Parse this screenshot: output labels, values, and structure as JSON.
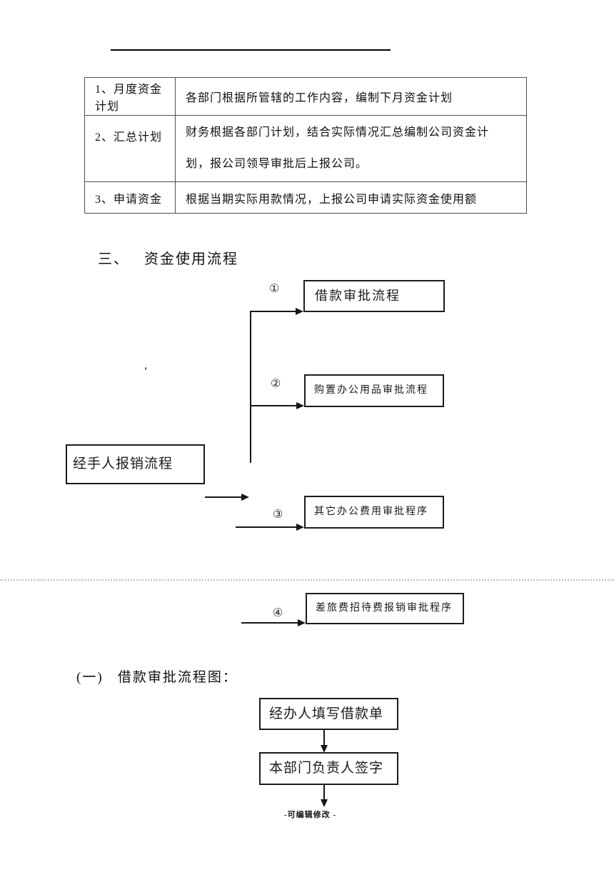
{
  "table": {
    "rows": [
      {
        "item": "1、月度资金计划",
        "desc_lines": [
          "各部门根据所管辖的工作内容，编制下月资金计划"
        ]
      },
      {
        "item": "2、汇总计划",
        "desc_lines": [
          "财务根据各部门计划，结合实际情况汇总编制公司资金计",
          "划，报公司领导审批后上报公司。"
        ]
      },
      {
        "item": "3、申请资金",
        "desc_lines": [
          "根据当期实际用款情况，上报公司申请实际资金使用额"
        ]
      }
    ]
  },
  "section": {
    "title": "三、   资金使用流程"
  },
  "flow": {
    "marks": {
      "m1": "①",
      "m2": "②",
      "m3": "③",
      "m4": "④",
      "stray": "'"
    },
    "boxes": {
      "loan": "借款审批流程",
      "purchase": "购置办公用品审批流程",
      "other": "其它办公费用审批程序",
      "travel": "差旅费招待费报销审批程序",
      "handler": "经手人报销流程"
    }
  },
  "subsection": {
    "title": "(一)   借款审批流程图："
  },
  "loan_flow": {
    "step1": "经办人填写借款单",
    "step2": "本部门负责人签字"
  },
  "footer": {
    "note": "-可编辑修改 -"
  }
}
